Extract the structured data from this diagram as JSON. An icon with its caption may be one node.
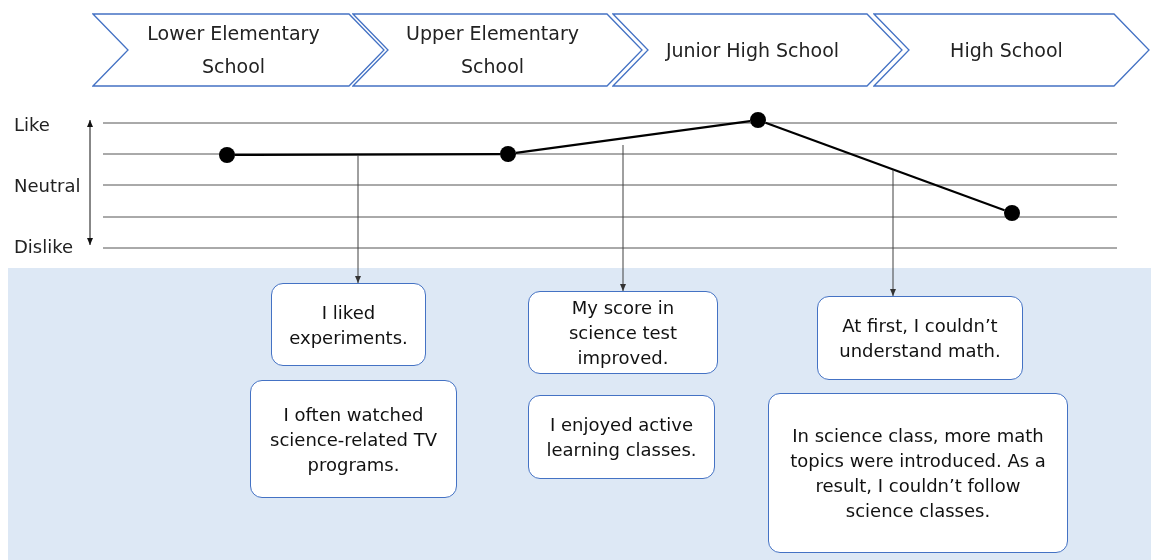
{
  "diagram": {
    "nodes": [
      {
        "text": [
          "Lower Elementary School"
        ]
      },
      {
        "text": [
          "Upper Elementary School"
        ]
      },
      {
        "text": [
          "Junior High School"
        ]
      },
      {
        "text": [
          "High School"
        ]
      },
      {
        "text": [],
        "shape": "circle"
      },
      {
        "text": [],
        "shape": "circle"
      },
      {
        "text": [],
        "shape": "circle"
      },
      {
        "text": [],
        "shape": "circle"
      },
      {
        "text": [
          "I liked experiments."
        ]
      },
      {
        "text": [
          "I often watched science-related TV programs."
        ]
      },
      {
        "text": [
          "My score in science test improved."
        ]
      },
      {
        "text": [
          "I enjoyed active learning classes."
        ]
      },
      {
        "text": [
          "At first, I couldn’t understand math."
        ]
      },
      {
        "text": [
          "In science class, more math topics were introduced. As a result, I couldn’t follow science classes."
        ]
      }
    ],
    "edges": [
      {
        "from": 4,
        "to": 5,
        "arrow": "none"
      },
      {
        "from": 5,
        "to": 6,
        "arrow": "none"
      },
      {
        "from": 6,
        "to": 7,
        "arrow": "none"
      },
      {
        "from": null,
        "to": 8,
        "arrow": "to",
        "color": "#404040"
      },
      {
        "from": null,
        "to": 10,
        "arrow": "to",
        "color": "#404040"
      },
      {
        "from": null,
        "to": 12,
        "arrow": "to",
        "color": "#404040"
      }
    ],
    "labels": [
      "Like",
      "Neutral",
      "Dislike"
    ]
  }
}
